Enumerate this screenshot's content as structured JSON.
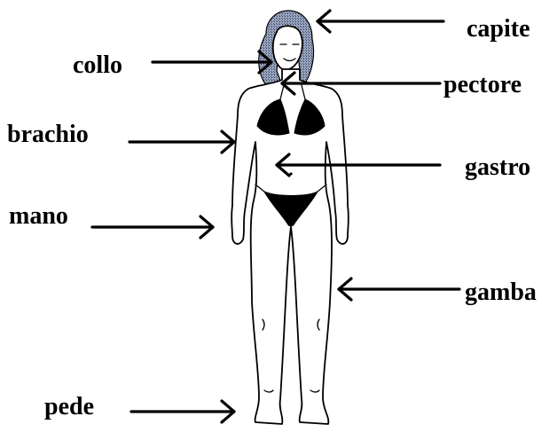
{
  "labels": {
    "capite": "capite",
    "collo": "collo",
    "pectore": "pectore",
    "brachio": "brachio",
    "gastro": "gastro",
    "mano": "mano",
    "gamba": "gamba",
    "pede": "pede"
  },
  "colors": {
    "ink": "#000000",
    "hair": "#7f8ea8",
    "background": "#ffffff"
  }
}
